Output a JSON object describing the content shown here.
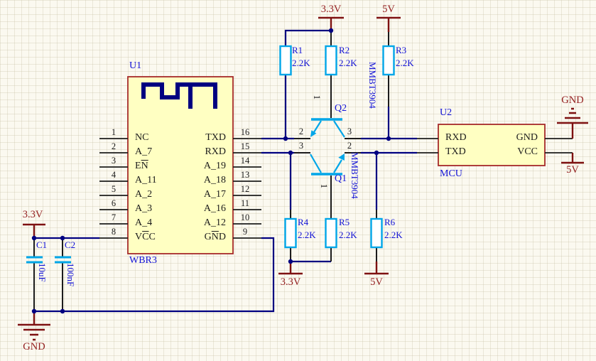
{
  "colors": {
    "wire": "#000080",
    "symbol_cyan": "#00A6E8",
    "designator_blue": "#1212D6",
    "power_maroon": "#942020",
    "component_fill": "#FFFFC2",
    "component_border": "#A52A2A",
    "pin_black": "#1C1C1C"
  },
  "u1": {
    "designator": "U1",
    "value": "WBR3",
    "left_pins": [
      {
        "num": "1",
        "pre": "NC"
      },
      {
        "num": "2",
        "pre": "A_7"
      },
      {
        "num": "3",
        "pre": "E",
        "over": "N",
        "post": ""
      },
      {
        "num": "4",
        "pre": "A_11"
      },
      {
        "num": "5",
        "pre": "A_2"
      },
      {
        "num": "6",
        "pre": "A_3"
      },
      {
        "num": "7",
        "pre": "A_4"
      },
      {
        "num": "8",
        "pre": "V",
        "over": "C",
        "post": "C"
      }
    ],
    "right_pins": [
      {
        "num": "16",
        "pre": "TXD"
      },
      {
        "num": "15",
        "pre": "RXD"
      },
      {
        "num": "14",
        "pre": "A_19"
      },
      {
        "num": "13",
        "pre": "A_18"
      },
      {
        "num": "12",
        "pre": "A_17"
      },
      {
        "num": "11",
        "pre": "A_16"
      },
      {
        "num": "10",
        "pre": "A_12"
      },
      {
        "num": "9",
        "pre": "G",
        "over": "N",
        "post": "D"
      }
    ]
  },
  "u2": {
    "designator": "U2",
    "value": "MCU",
    "left_pins": [
      {
        "name": "RXD"
      },
      {
        "name": "TXD"
      }
    ],
    "right_pins": [
      {
        "name": "GND"
      },
      {
        "name": "VCC"
      }
    ]
  },
  "resistors": [
    {
      "ref": "R1",
      "value": "2.2K"
    },
    {
      "ref": "R2",
      "value": "2.2K"
    },
    {
      "ref": "R3",
      "value": "2.2K"
    },
    {
      "ref": "R4",
      "value": "2.2K"
    },
    {
      "ref": "R5",
      "value": "2.2K"
    },
    {
      "ref": "R6",
      "value": "2.2K"
    }
  ],
  "transistors": {
    "q2": {
      "ref": "Q2",
      "value": "MMBT3904",
      "pin_base": "1",
      "pin_left": "2",
      "pin_right": "3"
    },
    "q1": {
      "ref": "Q1",
      "value": "MMBT3904",
      "pin_base": "1",
      "pin_left": "3",
      "pin_right": "2"
    }
  },
  "capacitors": [
    {
      "ref": "C1",
      "value": "10uF"
    },
    {
      "ref": "C2",
      "value": "100nF"
    }
  ],
  "power": {
    "v33": "3.3V",
    "v5": "5V",
    "gnd": "GND"
  }
}
